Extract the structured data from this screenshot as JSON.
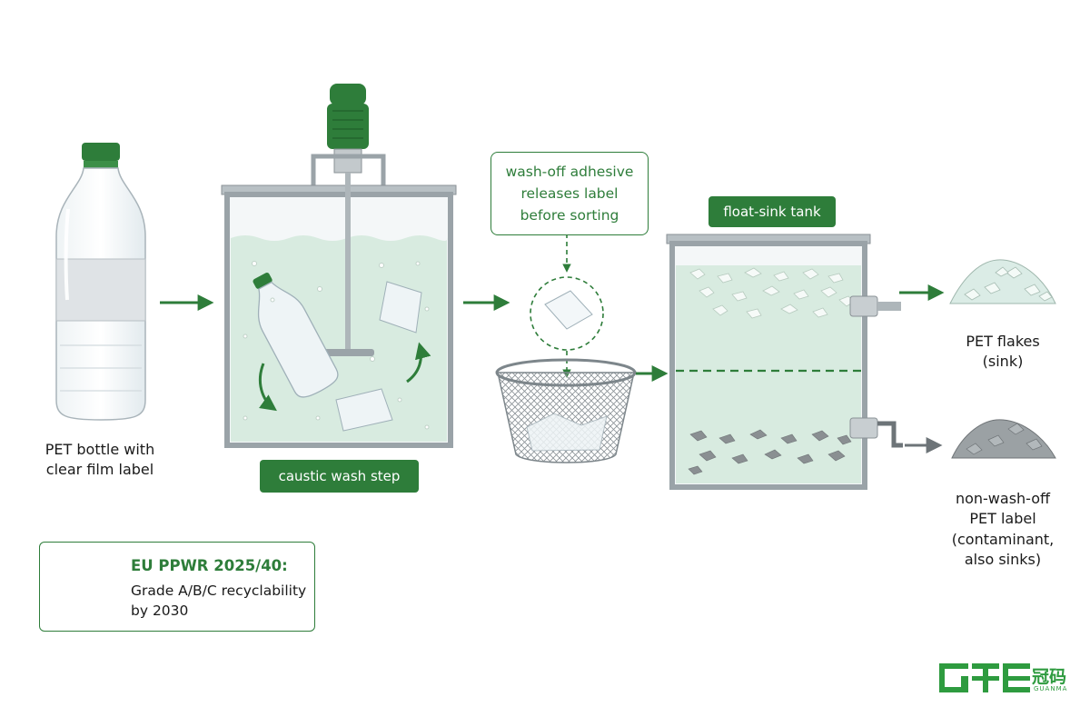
{
  "bottle": {
    "caption_line1": "PET bottle with",
    "caption_line2": "clear film label"
  },
  "wash": {
    "label": "caustic wash step"
  },
  "callout": {
    "line1": "wash-off adhesive",
    "line2": "releases label",
    "line3": "before sorting"
  },
  "float_sink": {
    "label": "float-sink tank"
  },
  "outputs": {
    "flakes_line1": "PET flakes",
    "flakes_line2": "(sink)",
    "contaminant_line1": "non-wash-off",
    "contaminant_line2": "PET label",
    "contaminant_line3": "(contaminant,",
    "contaminant_line4": "also sinks)"
  },
  "regulation": {
    "title": "EU PPWR 2025/40:",
    "line1": "Grade A/B/C recyclability",
    "line2": "by 2030"
  },
  "brand": {
    "name": "冠码",
    "sub": "GUANMA"
  },
  "colors": {
    "accent": "#2e7d3a",
    "water": "#d8ebe0",
    "steel": "#9aa3a8",
    "flake_grey": "#8a8f92"
  }
}
